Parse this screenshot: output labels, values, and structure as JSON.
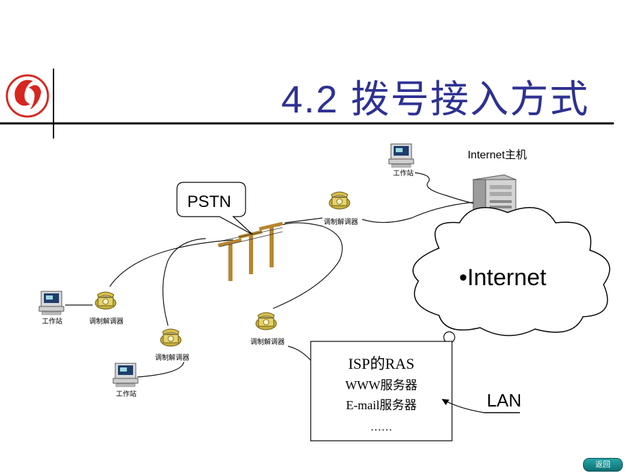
{
  "slide": {
    "title": "4.2 拨号接入方式"
  },
  "labels": {
    "internet_host": "Internet主机",
    "pstn": "PSTN",
    "internet": "•Internet",
    "lan": "LAN",
    "workstation_top": "工作站",
    "workstation_left": "工作站",
    "workstation_bottom": "工作站",
    "modem_top": "调制解调器",
    "modem_left": "调制解调器",
    "modem_mid": "调制解调器",
    "modem_isp": "调制解调器"
  },
  "isp_box": {
    "line1": "ISP的RAS",
    "line2": "WWW服务器",
    "line3": "E-mail服务器",
    "line4": "……"
  },
  "nav": {
    "return_label": "返回"
  },
  "colors": {
    "title": "#2e3192",
    "logo_red": "#d7261e",
    "pole": "#b8862f",
    "button": "#1a8c8f"
  }
}
